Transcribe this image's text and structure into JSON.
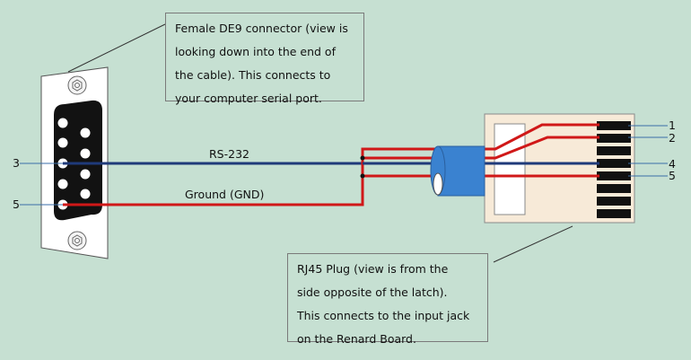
{
  "de9_note": {
    "lines": [
      "Female DE9 connector (view is",
      "looking down into the end of",
      "the cable).  This connects to",
      "your computer serial port."
    ]
  },
  "rj45_note": {
    "lines": [
      "RJ45 Plug (view is from the",
      "side opposite of the latch).",
      "This connects to the input jack",
      "on the Renard Board."
    ]
  },
  "wires": {
    "signal_label": "RS-232",
    "ground_label": "Ground (GND)"
  },
  "de9_pins": {
    "signal": "3",
    "ground": "5"
  },
  "rj45_pins": {
    "p1": "1",
    "p2": "2",
    "p4": "4",
    "p5": "5"
  },
  "colors": {
    "background": "#c6e0d2",
    "signal_wire": "#1f3a7a",
    "ground_wire": "#d01818",
    "cable": "#3a82d0",
    "pin_lead": "#3a6ea8"
  }
}
